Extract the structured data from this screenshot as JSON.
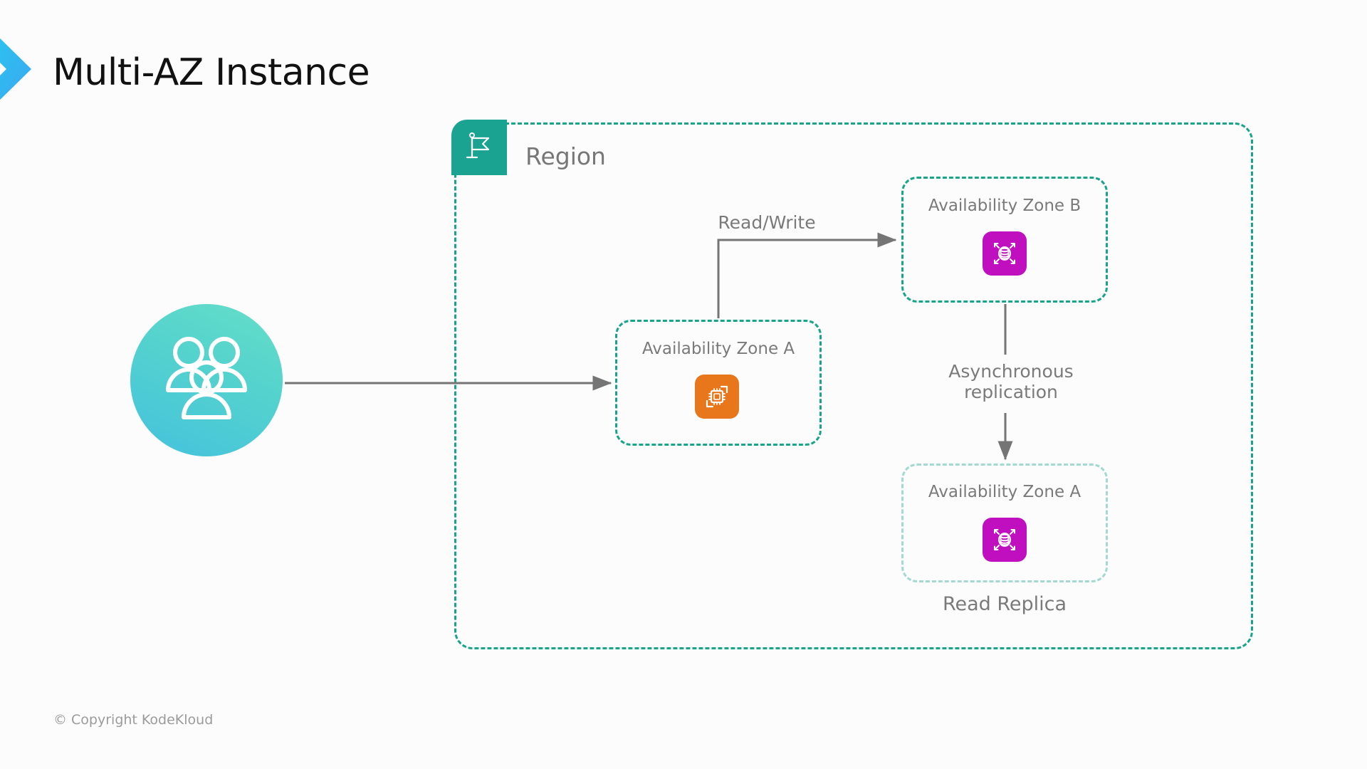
{
  "slide": {
    "title": "Multi-AZ Instance",
    "background_color": "#fcfcfd",
    "copyright": "© Copyright KodeKloud",
    "logo_icon": "chevron-right-icon",
    "logo_colors": {
      "start": "#2bc6f0",
      "end": "#3aa7f0"
    }
  },
  "region": {
    "label": "Region",
    "icon": "flag-icon",
    "badge_color": "#1aa391",
    "border_color": "#17a589",
    "border_style": "dashed"
  },
  "zones": [
    {
      "id": "az-a-primary",
      "title": "Availability Zone A",
      "icon": "ec2-compute-icon",
      "icon_color": "#e8761b",
      "border_color": "#17a589",
      "emphasis": "strong"
    },
    {
      "id": "az-b",
      "title": "Availability Zone B",
      "icon": "rds-database-icon",
      "icon_color": "#bf0fbf",
      "border_color": "#17a589",
      "emphasis": "strong"
    },
    {
      "id": "az-a-replica",
      "title": "Availability Zone A",
      "icon": "rds-database-icon",
      "icon_color": "#bf0fbf",
      "border_color": "#a3d9d0",
      "emphasis": "faded",
      "caption": "Read Replica"
    }
  ],
  "actors": {
    "users": {
      "icon": "users-group-icon",
      "gradient_start": "#66dfc8",
      "gradient_end": "#44c2dd"
    }
  },
  "connectors": [
    {
      "id": "users-to-az-a",
      "label": "",
      "from": "users",
      "to": "az-a-primary",
      "color": "#757575"
    },
    {
      "id": "read-write",
      "label": "Read/Write",
      "from": "az-a-primary",
      "to": "az-b",
      "color": "#757575"
    },
    {
      "id": "async-replication",
      "label_line1": "Asynchronous",
      "label_line2": "replication",
      "from": "az-b",
      "to": "az-a-replica",
      "color": "#757575"
    }
  ]
}
